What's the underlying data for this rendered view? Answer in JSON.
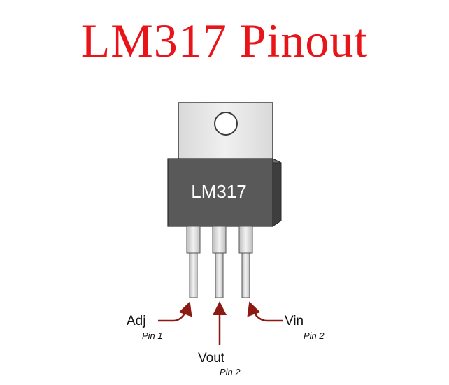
{
  "title": "LM317 Pinout",
  "component": {
    "body_label": "LM317",
    "tab_color": "#e6e6e6",
    "body_color": "#595959",
    "lead_color": "#dedede",
    "arrow_color": "#8b1a12"
  },
  "pins": [
    {
      "name": "Adj",
      "number": "Pin 1"
    },
    {
      "name": "Vout",
      "number": "Pin 2"
    },
    {
      "name": "Vin",
      "number": "Pin 2"
    }
  ],
  "colors": {
    "title": "#e8141a"
  }
}
